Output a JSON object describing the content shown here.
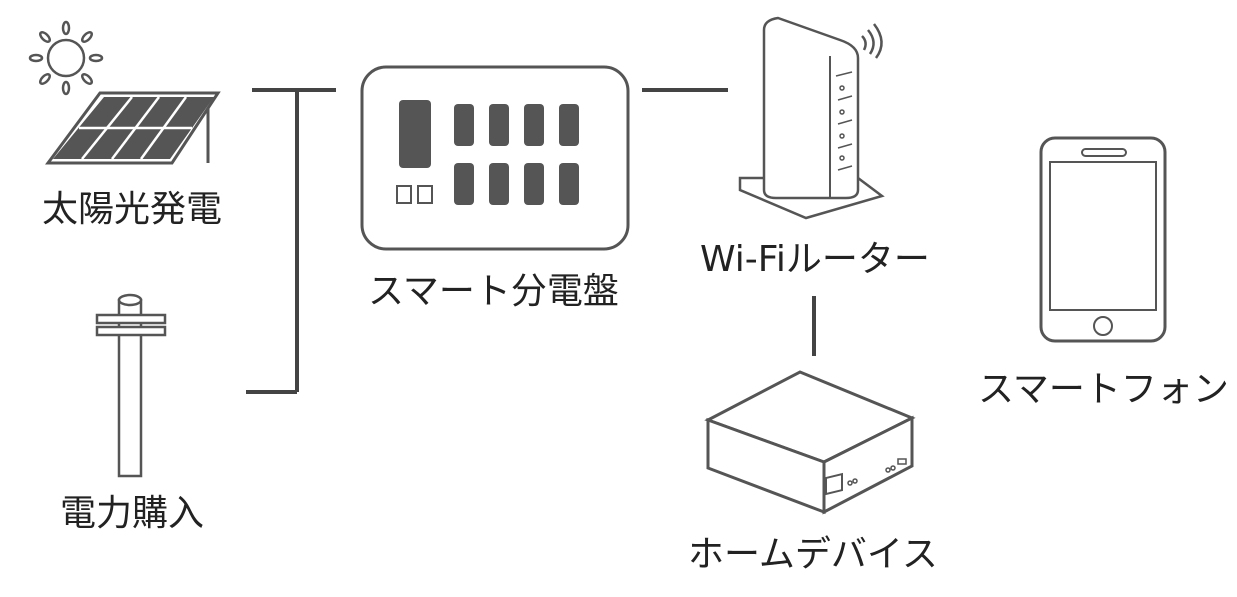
{
  "nodes": {
    "solar": {
      "label": "太陽光発電"
    },
    "grid": {
      "label": "電力購入"
    },
    "panel": {
      "label": "スマート分電盤"
    },
    "router": {
      "label": "Wi-Fiルーター"
    },
    "home_device": {
      "label": "ホームデバイス"
    },
    "smartphone": {
      "label": "スマートフォン"
    }
  },
  "colors": {
    "stroke": "#555555",
    "fill_dark": "#555555",
    "line": "#444444"
  }
}
